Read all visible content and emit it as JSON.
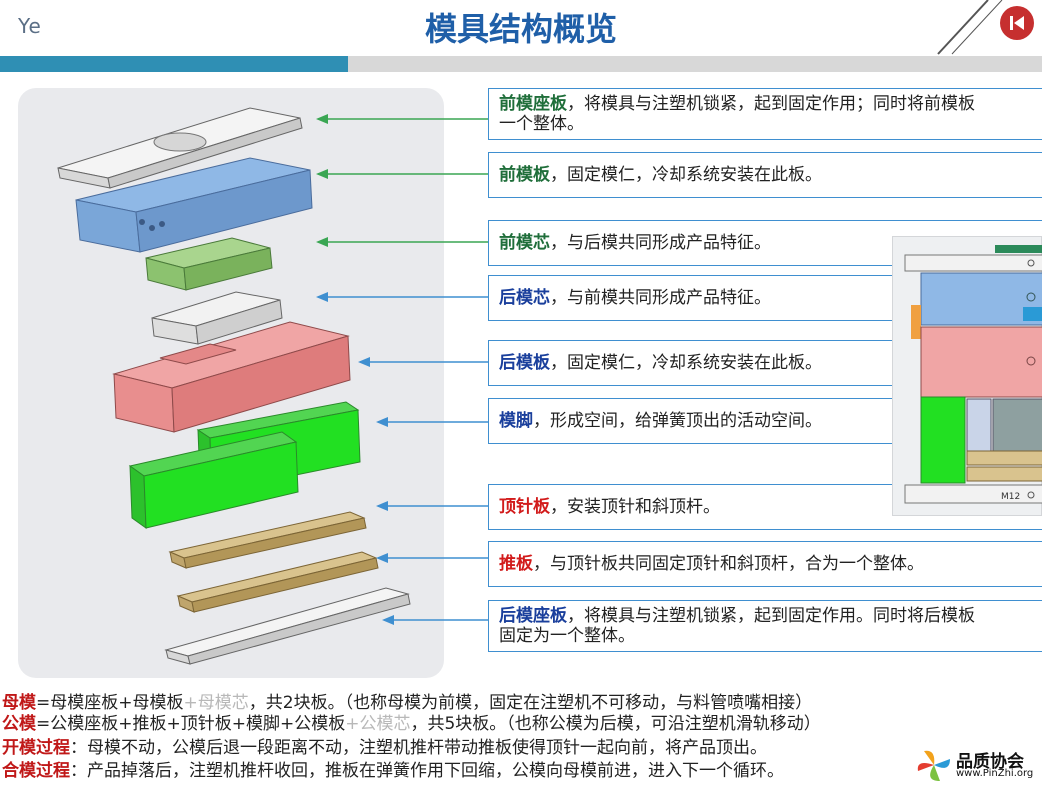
{
  "header": {
    "logo_text": "Ye",
    "title": "模具结构概览",
    "nav_icon": "skip-back-icon",
    "accent": "#1f5fa8",
    "bar_blue": "#2f8fb4",
    "nav_red": "#c62f2f"
  },
  "parts": [
    {
      "label": "前模座板",
      "text": "，将模具与注塑机锁紧，起到固定作用；同时将前模板",
      "text2": "一个整体。",
      "color": "#1f6e3a",
      "arrow": "green"
    },
    {
      "label": "前模板",
      "text": "，固定模仁，冷却系统安装在此板。",
      "color": "#1f6e3a",
      "arrow": "green"
    },
    {
      "label": "前模芯",
      "text": "，与后模共同形成产品特征。",
      "color": "#1f6e3a",
      "arrow": "green"
    },
    {
      "label": "后模芯",
      "text": "，与前模共同形成产品特征。",
      "color": "#1a3f9c",
      "arrow": "blue"
    },
    {
      "label": "后模板",
      "text": "，固定模仁，冷却系统安装在此板。",
      "color": "#1a3f9c",
      "arrow": "blue"
    },
    {
      "label": "模脚",
      "text": "，形成空间，给弹簧顶出的活动空间。",
      "color": "#1a3f9c",
      "arrow": "blue"
    },
    {
      "label": "顶针板",
      "text": "，安装顶针和斜顶杆。",
      "color": "#d21b1b",
      "arrow": "blue"
    },
    {
      "label": "推板",
      "text": "，与顶针板共同固定顶针和斜顶杆，合为一个整体。",
      "color": "#d21b1b",
      "arrow": "blue"
    },
    {
      "label": "后模座板",
      "text": "，将模具与注塑机锁紧，起到固定作用。同时将后模板",
      "text2": "固定为一个整体。",
      "color": "#1a3f9c",
      "arrow": "blue"
    }
  ],
  "section_view": {
    "bolt_label": "M12"
  },
  "summary": {
    "line1": {
      "label": "母模",
      "a": "=母模座板+母模板",
      "muted": "+母模芯",
      "b": "，共2块板。（也称母模为前模，固定在注塑机不可移动，与料管喷嘴相接）"
    },
    "line2": {
      "label": "公模",
      "a": "=公模座板+推板+顶针板+模脚+公模板",
      "muted": "+公模芯",
      "b": "，共5块板。（也称公模为后模，可沿注塑机滑轨移动）"
    },
    "line3": {
      "label": "开模过程",
      "b": "：母模不动，公模后退一段距离不动，注塑机推杆带动推板使得顶针一起向前，将产品顶出。"
    },
    "line4": {
      "label": "合模过程",
      "b": "：产品掉落后，注塑机推杆收回，推板在弹簧作用下回缩，公模向母模前进，进入下一个循环。"
    }
  },
  "brand": {
    "name": "品质协会",
    "url": "www.PinZhi.org"
  }
}
